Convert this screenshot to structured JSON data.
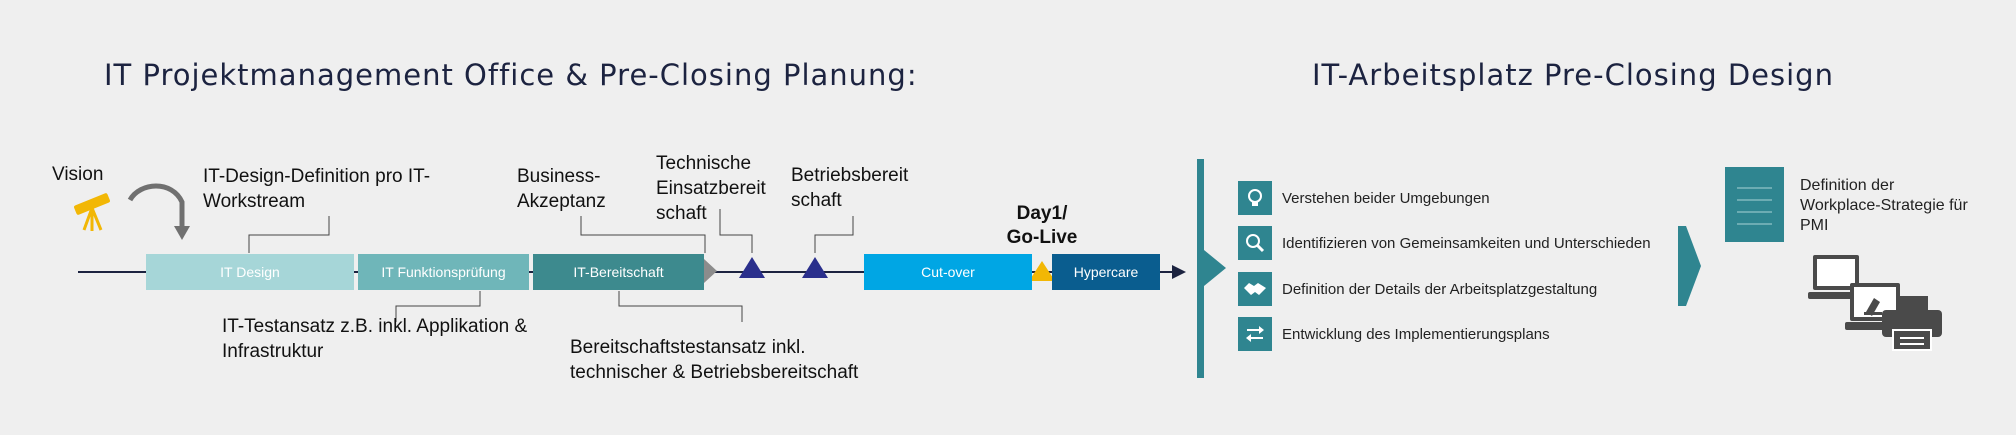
{
  "titles": {
    "left": "IT Projektmanagement Office & Pre-Closing Planung:",
    "right": "IT-Arbeitsplatz Pre-Closing Design"
  },
  "labels": {
    "vision": "Vision",
    "design_definition": [
      "IT-Design-Definition pro IT-",
      "Workstream"
    ],
    "business": [
      "Business-",
      "Akzeptanz"
    ],
    "technische": [
      "Technische",
      "Einsatzbereit",
      "schaft"
    ],
    "betrieb": [
      "Betriebsbereit",
      "schaft"
    ],
    "testansatz": [
      "IT-Testansatz z.B. inkl. Applikation &",
      "Infrastruktur"
    ],
    "bereitschaftstest": [
      "Bereitschaftstestansatz inkl.",
      "technischer & Betriebsbereitschaft"
    ],
    "day1": [
      "Day1/",
      "Go-Live"
    ]
  },
  "phases": [
    "IT Design",
    "IT Funktionsprüfung",
    "IT-Bereitschaft",
    "Cut-over",
    "Hypercare"
  ],
  "steps": [
    "Verstehen beider Umgebungen",
    "Identifizieren von Gemeinsamkeiten und Unterschieden",
    "Definition der Details der Arbeitsplatzgestaltung",
    "Entwicklung des Implementierungsplans"
  ],
  "definition": [
    "Definition der",
    "Workplace-Strategie für",
    "PMI"
  ],
  "colors": {
    "phase1": "#a6d6d8",
    "phase2": "#6fb6b9",
    "phase3": "#3d8a8e",
    "cutover": "#00a6e4",
    "hypercare": "#0a5d8f",
    "milestone": "#2a2f8c",
    "golive": "#f2b705",
    "teal": "#2f8590",
    "line": "#1c2340"
  },
  "icons": [
    "telescope-icon",
    "curved-arrow-icon",
    "lightbulb-icon",
    "magnifier-icon",
    "handshake-icon",
    "swap-arrows-icon",
    "document-icon",
    "workplace-devices-icon"
  ]
}
